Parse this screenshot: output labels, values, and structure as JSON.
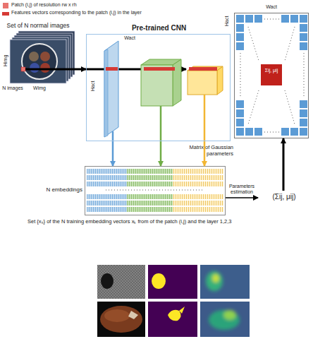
{
  "diagram": {
    "nodes": [
      {
        "text": [
          "Set of N normal images"
        ]
      },
      {
        "text": [
          "Pre-trained CNN"
        ]
      },
      {
        "text": [
          "N embeddings",
          "Set {xₖ} of the N training embedding vectors xₖ from of the patch (i,j) and the layer 1,2,3"
        ]
      },
      {
        "text": [
          "(Σij, μij)"
        ]
      },
      {
        "text": [
          "Matrix of Gaussian parameters"
        ]
      },
      {
        "text": [
          "Σij, μij"
        ],
        "in": 4
      }
    ],
    "edges": [
      {
        "from": 0,
        "to": 1,
        "arrow": "to"
      },
      {
        "from": 1,
        "to": 2,
        "arrow": "to"
      },
      {
        "from": 1,
        "to": 2,
        "arrow": "to"
      },
      {
        "from": 1,
        "to": 2,
        "arrow": "to"
      },
      {
        "from": 2,
        "to": 3,
        "label": "Parameters estimation",
        "arrow": "to"
      },
      {
        "from": 3,
        "to": 4,
        "arrow": "to"
      }
    ],
    "labels": [
      "Himg",
      "N images",
      "Wimg",
      "Hact",
      "Wact",
      "Wact",
      "Hact"
    ],
    "legend": [
      {
        "text": "Patch (i,j) of resolution rw x rh",
        "color": "#e8746f"
      },
      {
        "text": "Features vectors corresponding to the patch (i,j) in the layer",
        "color": "#d63a35"
      }
    ]
  }
}
